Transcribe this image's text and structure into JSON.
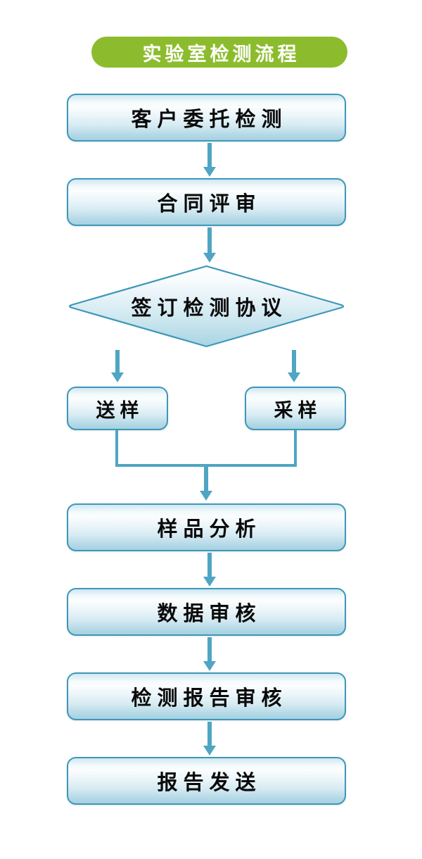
{
  "title": {
    "text": "实验室检测流程",
    "pill_color": "#8cbc2d",
    "text_color": "#ffffff"
  },
  "theme": {
    "node_border": "#3f97b8",
    "node_fill_top": "#cfe7f0",
    "node_fill_mid": "#fbfdfe",
    "node_fill_bottom": "#a6d2e2",
    "connector_color": "#4fa5c3",
    "label_color": "#0a0a0a",
    "background": "#ffffff"
  },
  "flow": {
    "nodes": [
      {
        "id": "client-request",
        "label": "客户委托检测",
        "shape": "rounded-rect"
      },
      {
        "id": "contract-review",
        "label": "合同评审",
        "shape": "rounded-rect"
      },
      {
        "id": "sign-agreement",
        "label": "签订检测协议",
        "shape": "diamond"
      },
      {
        "id": "sample-delivery",
        "label": "送样",
        "shape": "rounded-rect"
      },
      {
        "id": "sampling",
        "label": "采样",
        "shape": "rounded-rect"
      },
      {
        "id": "sample-analysis",
        "label": "样品分析",
        "shape": "rounded-rect"
      },
      {
        "id": "data-review",
        "label": "数据审核",
        "shape": "rounded-rect"
      },
      {
        "id": "report-review",
        "label": "检测报告审核",
        "shape": "rounded-rect"
      },
      {
        "id": "report-delivery",
        "label": "报告发送",
        "shape": "rounded-rect"
      }
    ],
    "edges": [
      {
        "from": "client-request",
        "to": "contract-review",
        "style": "arrow"
      },
      {
        "from": "contract-review",
        "to": "sign-agreement",
        "style": "arrow"
      },
      {
        "from": "sign-agreement",
        "to": "sample-delivery",
        "style": "arrow"
      },
      {
        "from": "sign-agreement",
        "to": "sampling",
        "style": "arrow"
      },
      {
        "from": "sample-delivery",
        "to": "sample-analysis",
        "style": "merge"
      },
      {
        "from": "sampling",
        "to": "sample-analysis",
        "style": "merge"
      },
      {
        "from": "sample-analysis",
        "to": "data-review",
        "style": "arrow"
      },
      {
        "from": "data-review",
        "to": "report-review",
        "style": "arrow"
      },
      {
        "from": "report-review",
        "to": "report-delivery",
        "style": "arrow"
      }
    ]
  }
}
